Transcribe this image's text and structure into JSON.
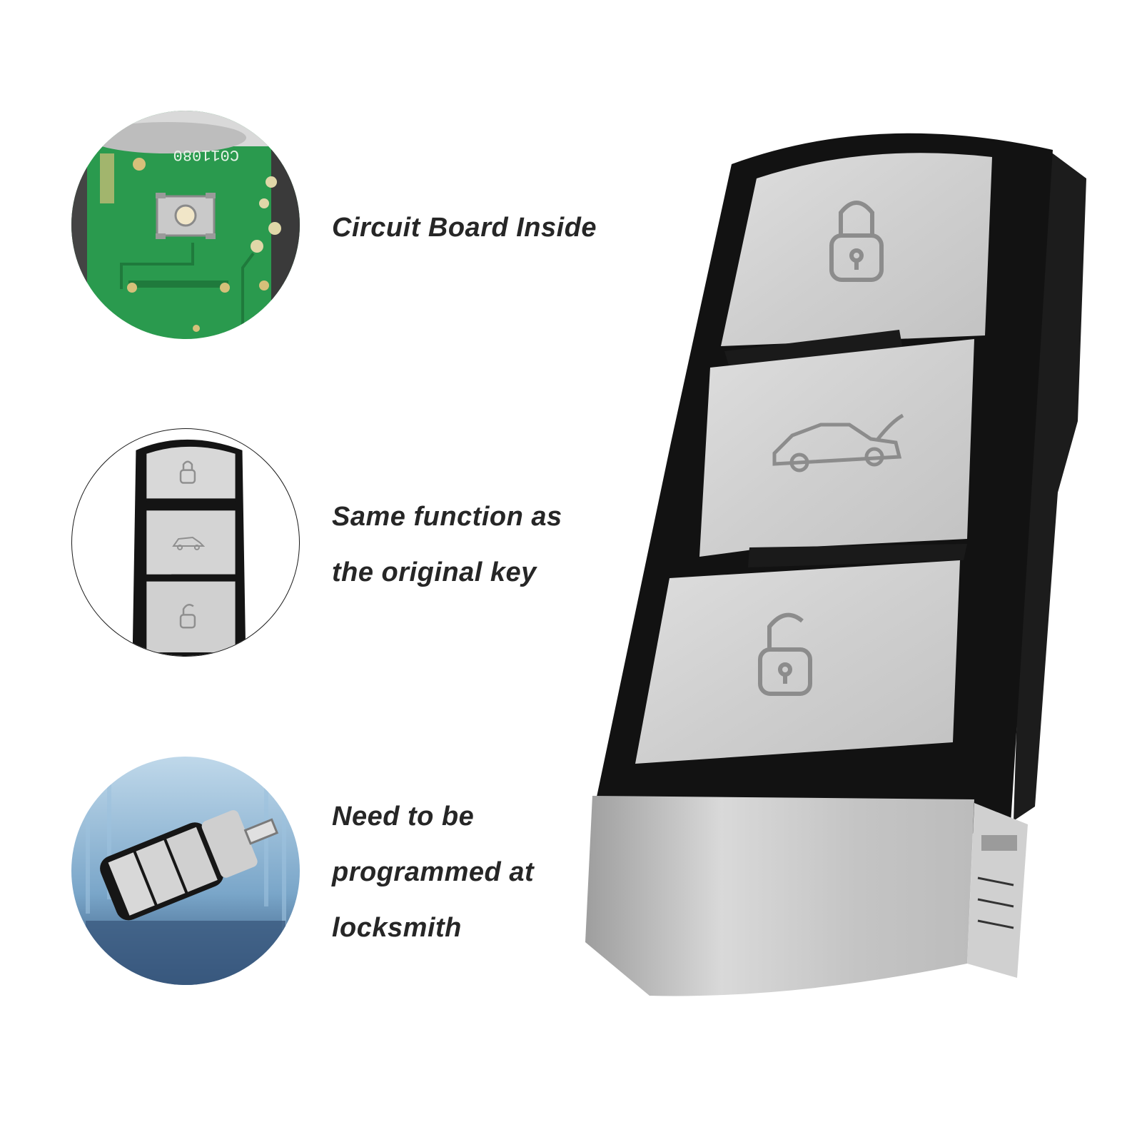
{
  "features": [
    {
      "lines": [
        "Circuit Board Inside"
      ]
    },
    {
      "lines": [
        "Same function as",
        "the original key"
      ]
    },
    {
      "lines": [
        "Need to be",
        "programmed at",
        "locksmith"
      ]
    }
  ],
  "pcb": {
    "silkscreen": "C011080"
  },
  "icons": [
    "lock-icon",
    "trunk-car-icon",
    "unlock-icon"
  ],
  "colors": {
    "shell": "#111111",
    "chrome": "#c9c9c9",
    "pcb": "#2a9a4e",
    "text": "#262626"
  }
}
